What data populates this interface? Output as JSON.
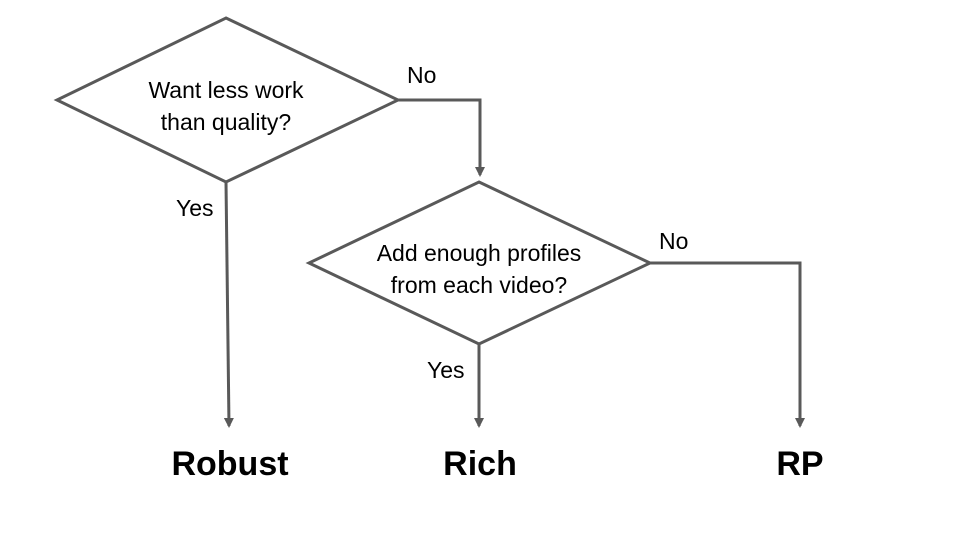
{
  "decisions": {
    "d1": {
      "line1": "Want less work",
      "line2": "than quality?"
    },
    "d2": {
      "line1": "Add enough profiles",
      "line2": "from each video?"
    }
  },
  "edges": {
    "d1_no": "No",
    "d1_yes": "Yes",
    "d2_no": "No",
    "d2_yes": "Yes"
  },
  "outcomes": {
    "robust": "Robust",
    "rich": "Rich",
    "rp": "RP"
  },
  "colors": {
    "stroke": "#595959",
    "text": "#000000",
    "background": "#ffffff"
  }
}
